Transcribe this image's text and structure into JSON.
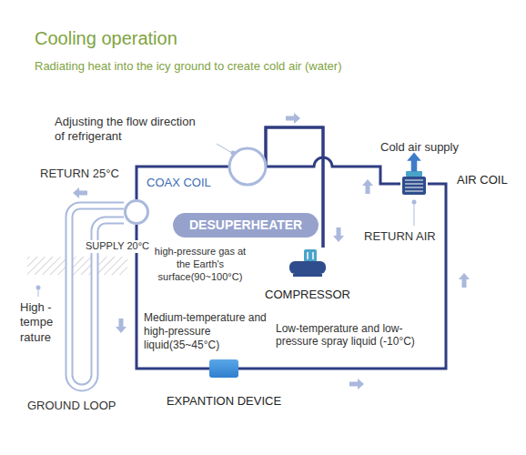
{
  "diagram": {
    "title": "Cooling operation",
    "caption": "Radiating heat into the icy ground to create cold air (water)",
    "nodes": [
      {
        "text": [
          "COAX COIL"
        ]
      },
      {
        "text": [
          "DESUPERHEATER"
        ]
      },
      {
        "text": [
          "COMPRESSOR"
        ]
      },
      {
        "text": [
          "AIR COIL"
        ]
      },
      {
        "text": [
          "EXPANTION DEVICE"
        ]
      }
    ],
    "edges": [
      {
        "from": 2,
        "to": 0,
        "arrow": "none"
      },
      {
        "from": 0,
        "to": 4,
        "arrow": "none"
      },
      {
        "from": 4,
        "to": 3,
        "arrow": "none"
      },
      {
        "from": 3,
        "to": 2,
        "arrow": "none"
      }
    ],
    "labels": [
      "Adjusting the flow direction of refrigerant",
      "RETURN 25°C",
      "SUPPLY 20°C",
      "High -tempe rature",
      "GROUND LOOP",
      "high-pressure gas at the Earth's surface(90~100°C)",
      "Medium-temperature and high-pressure liquid(35~45°C)",
      "Low-temperature and low-pressure spray liquid (-10°C)",
      "Cold air supply",
      "RETURN AIR"
    ]
  }
}
